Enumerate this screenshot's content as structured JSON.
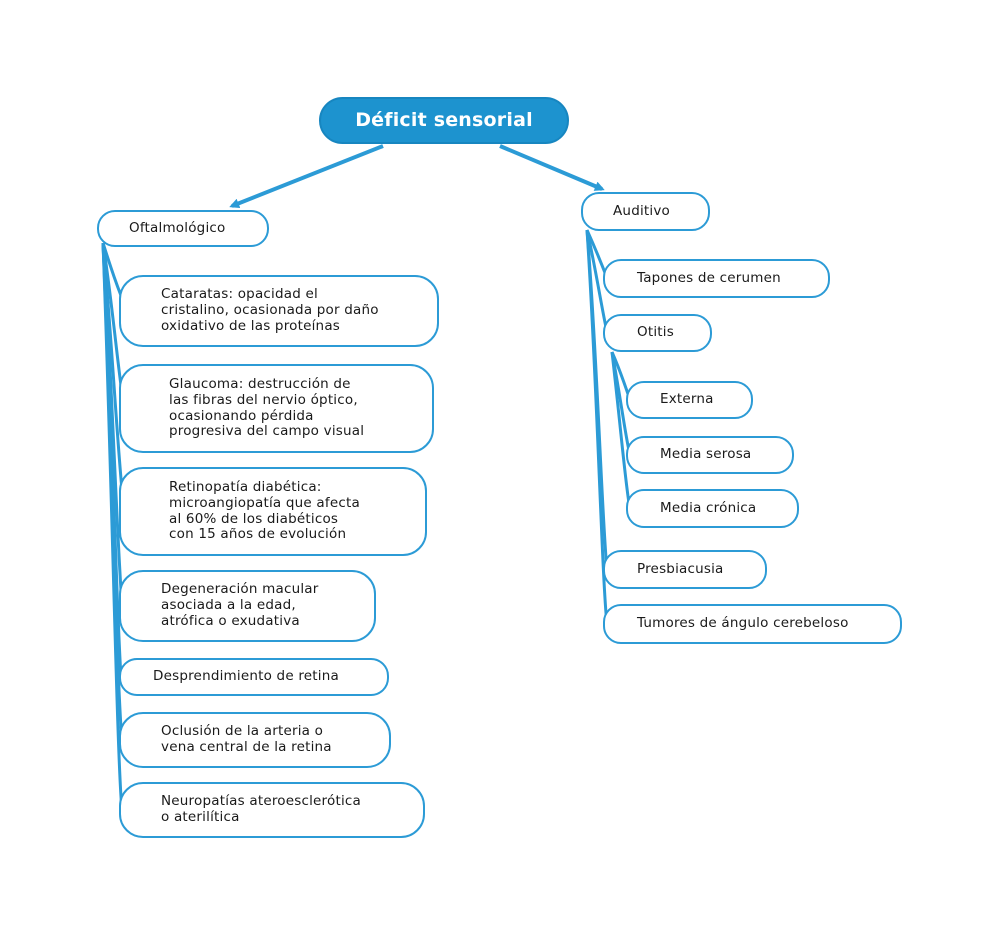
{
  "colors": {
    "line": "#2c9bd6",
    "root_fill": "#1d93cf",
    "root_text": "#ffffff"
  },
  "root": {
    "label": "Déficit sensorial"
  },
  "oftalmologico": {
    "label": "Oftalmológico",
    "items": [
      "Cataratas: opacidad el\ncristalino, ocasionada por daño\noxidativo de las proteínas",
      "Glaucoma: destrucción de\nlas fibras del nervio óptico,\nocasionando pérdida\nprogresiva del campo visual",
      "Retinopatía diabética:\nmicroangiopatía que afecta\nal 60% de los diabéticos\ncon 15 años de evolución",
      "Degeneración macular\nasociada a la edad,\natrófica o exudativa",
      "Desprendimiento de retina",
      "Oclusión de la arteria o\nvena central de la retina",
      "Neuropatías ateroesclerótica\no aterilítica"
    ]
  },
  "auditivo": {
    "label": "Auditivo",
    "items": [
      "Tapones de cerumen",
      "Otitis",
      "Presbiacusia",
      "Tumores de ángulo cerebeloso"
    ],
    "otitis_types": [
      "Externa",
      "Media serosa",
      "Media crónica"
    ]
  }
}
